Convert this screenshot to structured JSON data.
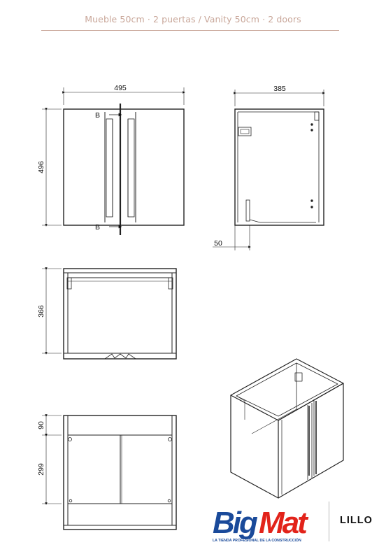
{
  "header": {
    "title": "Mueble 50cm · 2 puertas / Vanity 50cm · 2 doors"
  },
  "dimensions": {
    "front_width": "495",
    "front_height": "496",
    "section_marker": "B",
    "side_depth": "385",
    "side_offset": "50",
    "top_height": "366",
    "back_upper": "90",
    "back_lower": "299"
  },
  "logo": {
    "brand": "BigMat",
    "tagline": "LA TIENDA PROFESIONAL DE LA CONSTRUCCIÓN",
    "color_blue": "#1a4a9a",
    "color_red": "#e2231a"
  },
  "product": {
    "name": "LILLO"
  },
  "colors": {
    "accent": "#c9a79a",
    "line": "#222222"
  }
}
